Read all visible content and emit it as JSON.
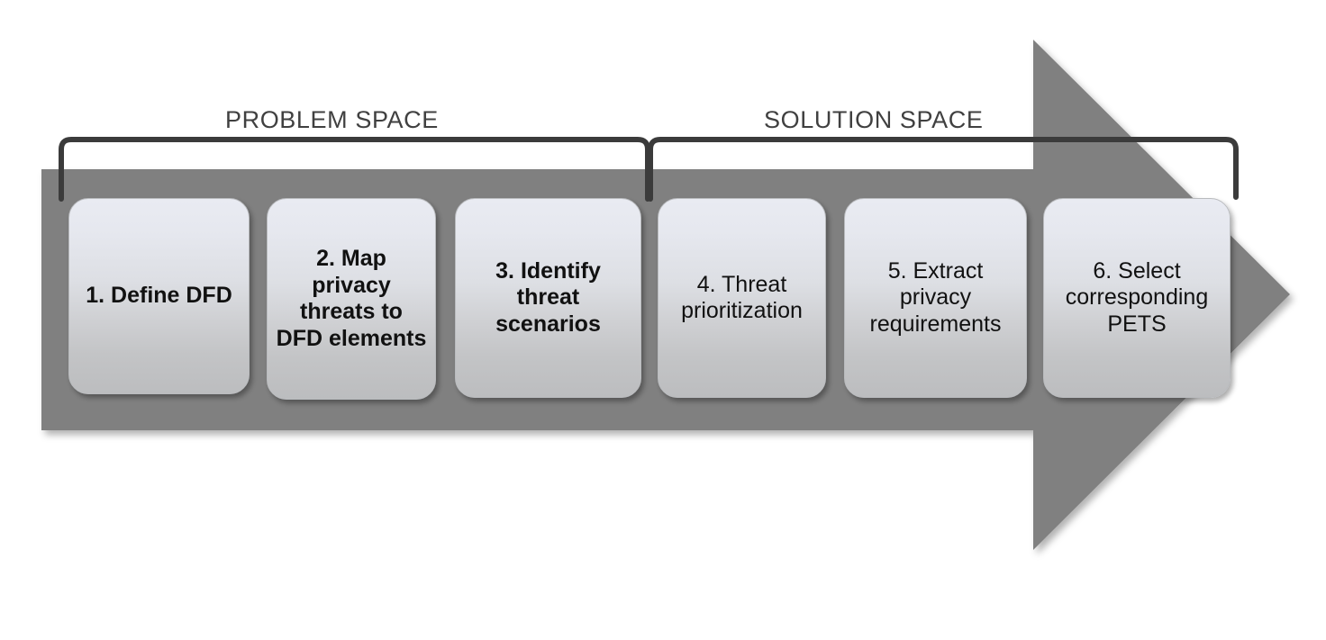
{
  "diagram": {
    "title": "Privacy threat modeling methodology phases",
    "type": "process-flow-arrow",
    "colors": {
      "arrow_fill": "#808080",
      "bracket_stroke": "#3b3b3b",
      "label_text": "#404040",
      "box_text": "#111111",
      "box_gradient_top": "#e9ebf2",
      "box_gradient_bottom": "#bcbdbf",
      "background": "#ffffff"
    },
    "groups": [
      {
        "id": "problem-space",
        "label": "PROBLEM SPACE",
        "steps": [
          1,
          2,
          3
        ]
      },
      {
        "id": "solution-space",
        "label": "SOLUTION SPACE",
        "steps": [
          4,
          5,
          6
        ]
      }
    ],
    "steps": [
      {
        "number": "1",
        "text": "1. Define DFD",
        "emphasis": "bold"
      },
      {
        "number": "2",
        "text": "2. Map privacy threats to DFD elements",
        "emphasis": "bold"
      },
      {
        "number": "3",
        "text": "3. Identify threat scenarios",
        "emphasis": "bold"
      },
      {
        "number": "4",
        "text": "4. Threat prioritization",
        "emphasis": "regular"
      },
      {
        "number": "5",
        "text": "5. Extract privacy requirements",
        "emphasis": "regular"
      },
      {
        "number": "6",
        "text": "6. Select corresponding PETS",
        "emphasis": "regular"
      }
    ]
  }
}
